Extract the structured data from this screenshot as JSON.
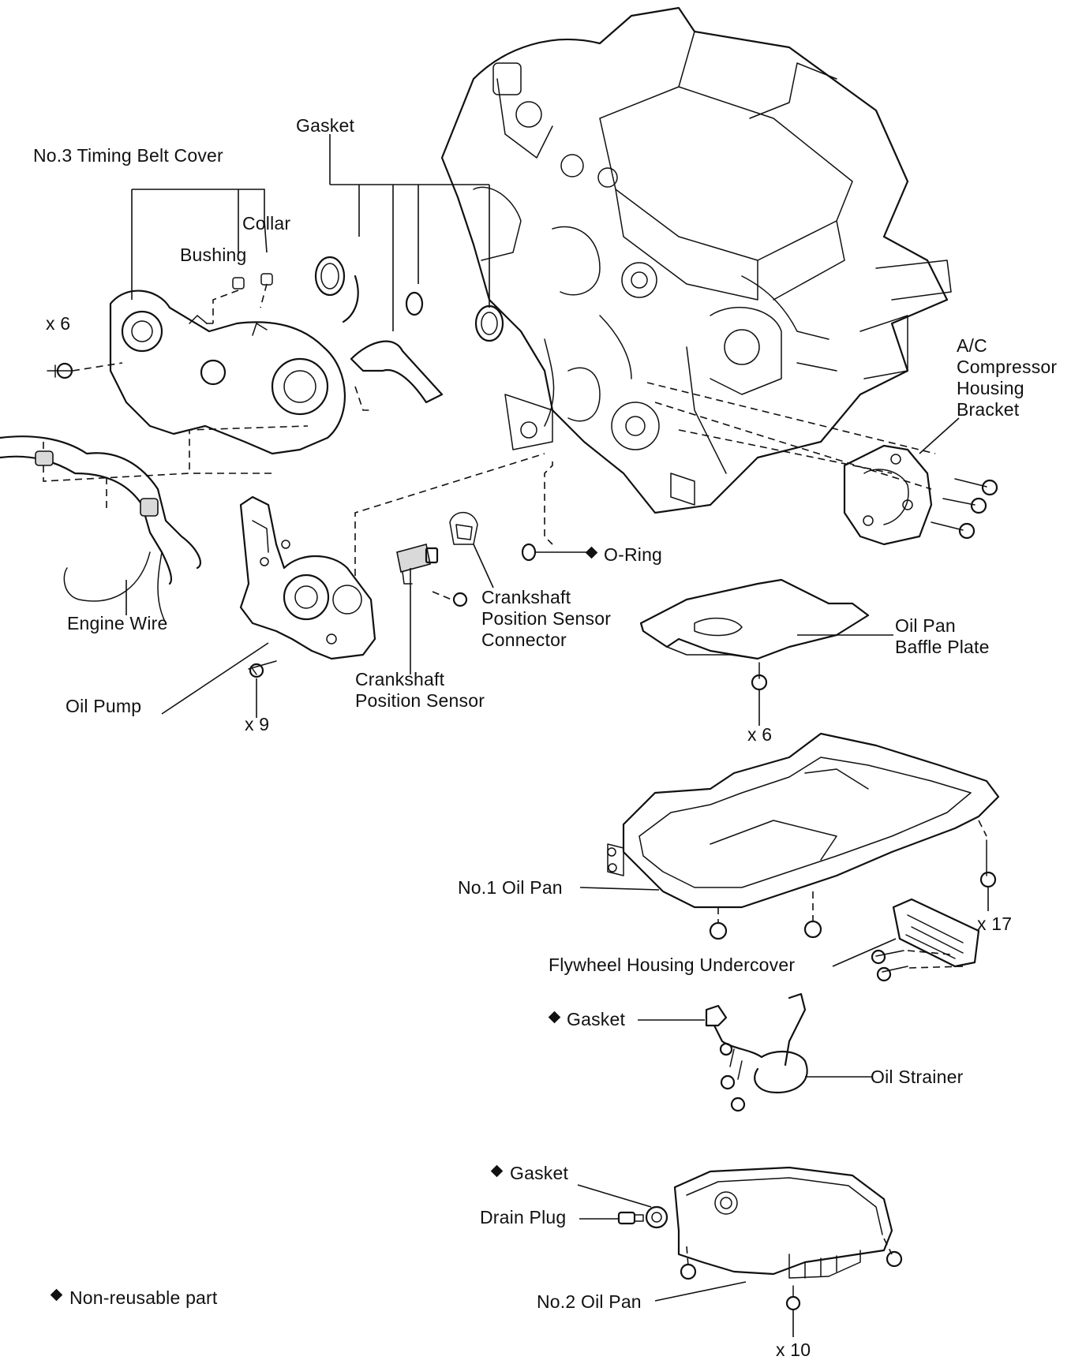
{
  "labels": {
    "gasket_top": "Gasket",
    "timing_belt_cover": "No.3 Timing Belt Cover",
    "collar": "Collar",
    "bushing": "Bushing",
    "x6_bolts": "x 6",
    "ac_bracket": "A/C\nCompressor\nHousing\nBracket",
    "oring": "O-Ring",
    "engine_wire": "Engine Wire",
    "ckp_connector": "Crankshaft\nPosition Sensor\nConnector",
    "oil_pan_baffle": "Oil Pan\nBaffle Plate",
    "oil_pump": "Oil Pump",
    "x9": "x 9",
    "ckp_sensor": "Crankshaft\nPosition Sensor",
    "x6_baffle": "x 6",
    "no1_oil_pan": "No.1 Oil Pan",
    "x17": "x 17",
    "flywheel_undercover": "Flywheel Housing Undercover",
    "gasket_strainer": "Gasket",
    "oil_strainer": "Oil Strainer",
    "gasket_drain": "Gasket",
    "drain_plug": "Drain Plug",
    "legend": "Non-reusable part",
    "no2_oil_pan": "No.2 Oil Pan",
    "x10": "x 10"
  },
  "non_reusable_symbol": "diamond-icon"
}
